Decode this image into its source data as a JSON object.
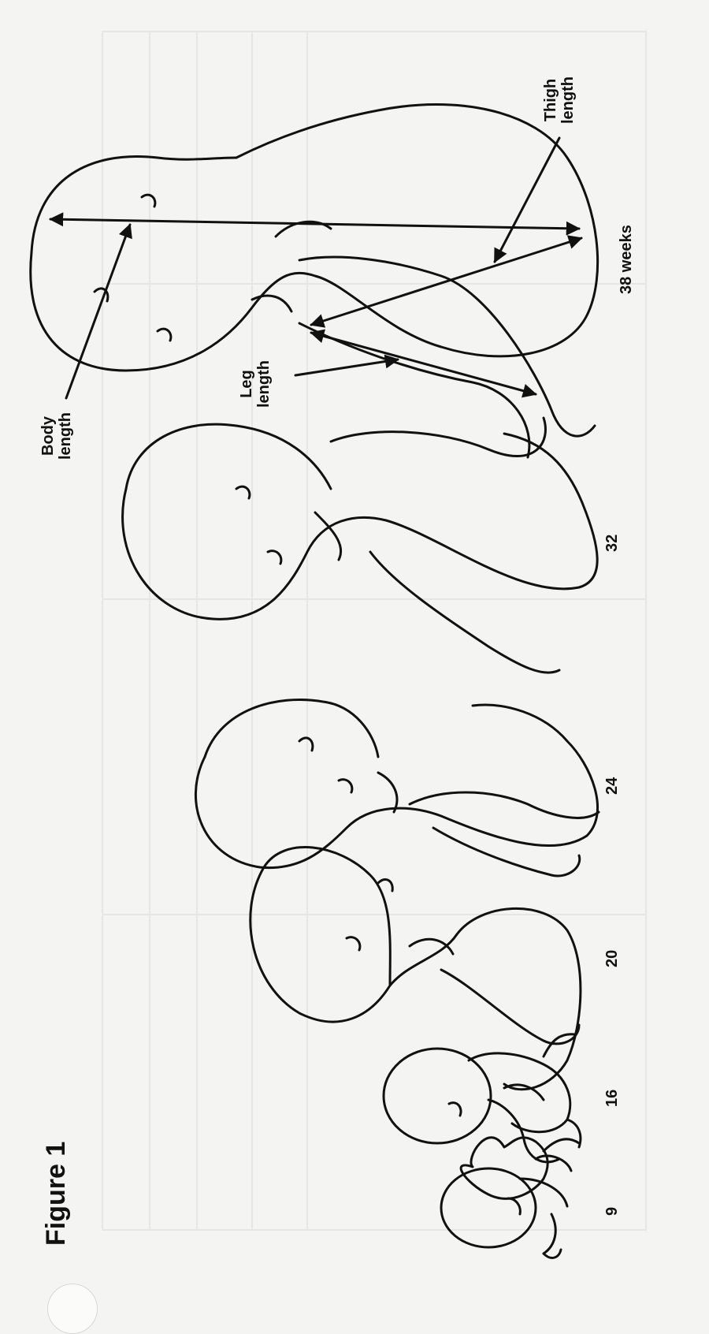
{
  "figure": {
    "title": "Figure 1"
  },
  "stages": [
    {
      "id": "9",
      "label": "9"
    },
    {
      "id": "16",
      "label": "16"
    },
    {
      "id": "20",
      "label": "20"
    },
    {
      "id": "24",
      "label": "24"
    },
    {
      "id": "32",
      "label": "32"
    },
    {
      "id": "38",
      "label": "38 weeks"
    }
  ],
  "measurements": {
    "body": {
      "line1": "Body",
      "line2": "length"
    },
    "leg": {
      "line1": "Leg",
      "line2": "length"
    },
    "thigh": {
      "line1": "Thigh",
      "line2": "length"
    }
  }
}
